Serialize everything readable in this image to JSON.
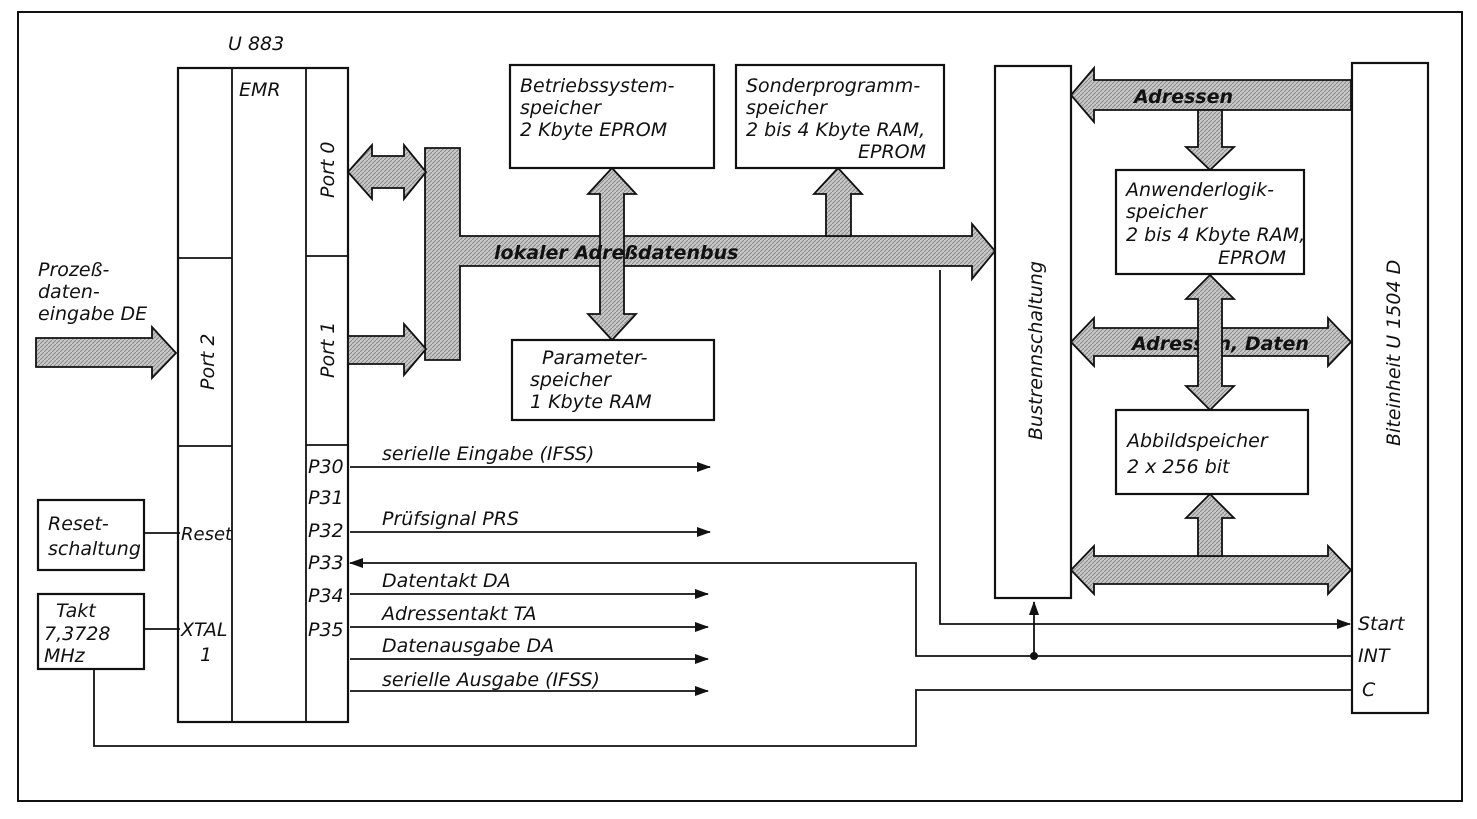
{
  "cpu": {
    "name": "U 883",
    "emr": "EMR",
    "port0": "Port 0",
    "port1": "Port 1",
    "port2": "Port 2",
    "reset": "Reset",
    "xtal": [
      "XTAL",
      "1"
    ],
    "pins": [
      "P30",
      "P31",
      "P32",
      "P33",
      "P34",
      "P35"
    ]
  },
  "input": {
    "label": [
      "Prozeß-",
      "daten-",
      "eingabe DE"
    ]
  },
  "reset_box": {
    "label": [
      "Reset-",
      "schaltung"
    ]
  },
  "clock_box": {
    "label": [
      "Takt",
      "7,3728",
      "MHz"
    ]
  },
  "memories": {
    "os": [
      "Betriebssystem-",
      "speicher",
      "2 Kbyte EPROM"
    ],
    "special": [
      "Sonderprogramm-",
      "speicher",
      "2 bis 4 Kbyte RAM,",
      "EPROM"
    ],
    "param": [
      "Parameter-",
      "speicher",
      "1 Kbyte RAM"
    ],
    "user_logic": [
      "Anwenderlogik-",
      "speicher",
      "2 bis 4 Kbyte RAM,",
      "EPROM"
    ],
    "image": [
      "Abbildspeicher",
      "2 x 256 bit"
    ]
  },
  "buses": {
    "local": "lokaler Adreßdatenbus",
    "addr": "Adressen",
    "addr_data": "Adressen, Daten"
  },
  "bus_separator": "Bustrennschaltung",
  "bit_unit": {
    "name": "Biteinheit   U 1504 D",
    "start": "Start",
    "int": "INT",
    "c": "C"
  },
  "signals": {
    "serial_in": "serielle Eingabe (IFSS)",
    "test_signal": "Prüfsignal PRS",
    "data_clock": "Datentakt DA",
    "addr_clock": "Adressentakt TA",
    "data_out": "Datenausgabe DA",
    "serial_out": "serielle Ausgabe (IFSS)"
  }
}
